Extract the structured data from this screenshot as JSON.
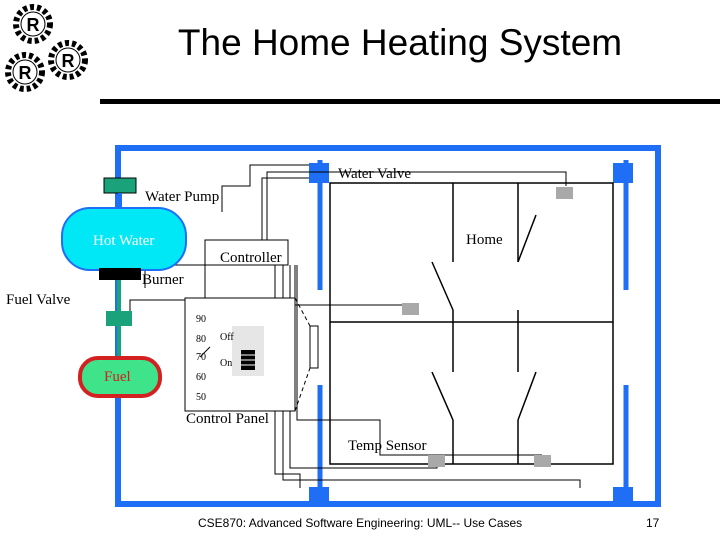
{
  "slide": {
    "title": "The Home Heating System",
    "footer_text": "CSE870: Advanced Software Engineering: UML-- Use Cases",
    "page_number": "17"
  },
  "logo": {
    "letters": [
      "R",
      "R",
      "R"
    ]
  },
  "labels": {
    "water_valve": "Water Valve",
    "water_pump": "Water Pump",
    "hot_water": "Hot Water",
    "controller": "Controller",
    "home": "Home",
    "burner": "Burner",
    "fuel_valve": "Fuel Valve",
    "fuel": "Fuel",
    "control_panel": "Control Panel",
    "temp_sensor": "Temp Sensor"
  },
  "control_panel": {
    "scale": [
      "90",
      "80",
      "70",
      "60",
      "50"
    ],
    "off_label": "Off",
    "on_label": "On"
  },
  "colors": {
    "pipe_blue": "#1e6ff5",
    "tank_cyan": "#00e8f5",
    "fuel_red": "#d32020",
    "fuel_fill": "#3ee38a",
    "valve_teal": "#1aa37a",
    "sensor_gray": "#a9a9a9"
  }
}
